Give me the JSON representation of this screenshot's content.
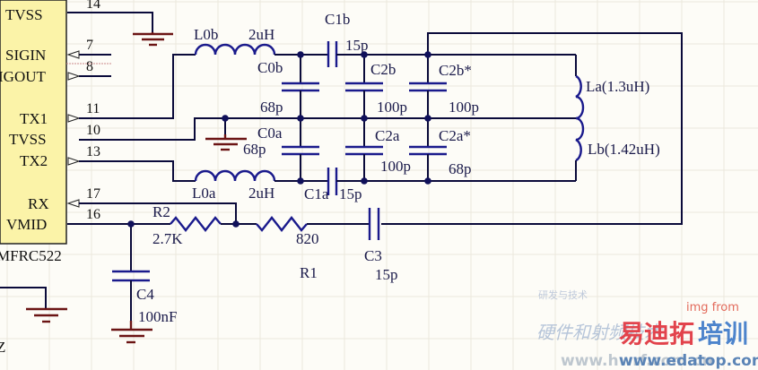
{
  "diagram": {
    "type": "schematic",
    "chip": {
      "name": "MFRC522",
      "pins": [
        {
          "name": "TVSS",
          "number": "14"
        },
        {
          "name": "SIGIN",
          "number": "7"
        },
        {
          "name": "SIGOUT",
          "number": "8",
          "visible_text": "IGOUT"
        },
        {
          "name": "TX1",
          "number": "11"
        },
        {
          "name": "TVSS",
          "number": "10"
        },
        {
          "name": "TX2",
          "number": "13"
        },
        {
          "name": "RX",
          "number": "17"
        },
        {
          "name": "VMID",
          "number": "16"
        }
      ],
      "label_visible": "MFRC522"
    },
    "components": {
      "L0b": {
        "ref": "L0b",
        "value": "2uH"
      },
      "L0a": {
        "ref": "L0a",
        "value": "2uH"
      },
      "C0b": {
        "ref": "C0b",
        "value": "68p"
      },
      "C0a": {
        "ref": "C0a",
        "value": "68p"
      },
      "C1b": {
        "ref": "C1b",
        "value": "15p"
      },
      "C1a": {
        "ref": "C1a",
        "value": "15p"
      },
      "C2b": {
        "ref": "C2b",
        "value": "100p"
      },
      "C2a": {
        "ref": "C2a",
        "value": "100p"
      },
      "C2bs": {
        "ref": "C2b*",
        "value": "100p"
      },
      "C2as": {
        "ref": "C2a*",
        "value": "68p"
      },
      "La": {
        "label": "La(1.3uH)"
      },
      "Lb": {
        "label": "Lb(1.42uH)"
      },
      "R2": {
        "ref": "R2",
        "value": "2.7K"
      },
      "R1": {
        "ref": "R1",
        "value": "820"
      },
      "C3": {
        "ref": "C3",
        "value": "15p"
      },
      "C4": {
        "ref": "C4",
        "value": "100nF"
      }
    },
    "stray_text": "Z",
    "colors": {
      "background": "#fdfcf7",
      "chip_fill": "#fbf3a8",
      "wire": "#0a0a3a",
      "component": "#1a1a8c",
      "ground": "#6b1414"
    }
  },
  "watermark": {
    "img_from": "img from",
    "brand_red": "易迪拓",
    "brand_blue": "培训",
    "url_front": "www.edatop.com",
    "url_back": "www.hwrf.com.cn",
    "chinese_script": "硬件和射频技术",
    "small_text": "研发与技术"
  }
}
